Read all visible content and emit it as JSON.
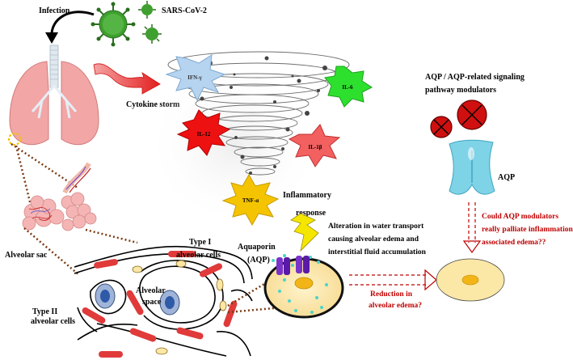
{
  "labels": {
    "infection": "Infection",
    "virus": "SARS-CoV-2",
    "cytokine_storm": "Cytokine storm",
    "ifn": "IFN-γ",
    "il6": "IL-6",
    "il12": "IL-12",
    "il1b": "IL-1β",
    "tnf": "TNF-α",
    "inflammatory_1": "Inflammatory",
    "inflammatory_2": "response",
    "alteration_1": "Alteration in water transport",
    "alteration_2": "causing alveolar edema and",
    "alteration_3": "interstitial fluid accumulation",
    "aquaporin_1": "Aquaporin",
    "aquaporin_2": "(AQP)",
    "alveolar_sac": "Alveolar sac",
    "type1_1": "Type I",
    "type1_2": "alveolar cells",
    "type2_1": "Type II",
    "type2_2": "alveolar cells",
    "alveolar_space_1": "Alveolar",
    "alveolar_space_2": "space",
    "reduction_1": "Reduction in",
    "reduction_2": "alveolar edema?",
    "modulators_1": "AQP / AQP-related signaling",
    "modulators_2": "pathway modulators",
    "aqp": "AQP",
    "question_1": "Could  AQP  modulators",
    "question_2": "really palliate inflammation",
    "question_3": "associated edema??"
  },
  "colors": {
    "accent_red": "#c00000",
    "lung_pink": "#f2a6a6",
    "virus_green": "#3f9f2f",
    "aqp_blue": "#7fd3e6",
    "cell_fill": "#fbe7a6",
    "capillary_red": "#e03a3a",
    "dotted_brown": "#7a3b12"
  }
}
